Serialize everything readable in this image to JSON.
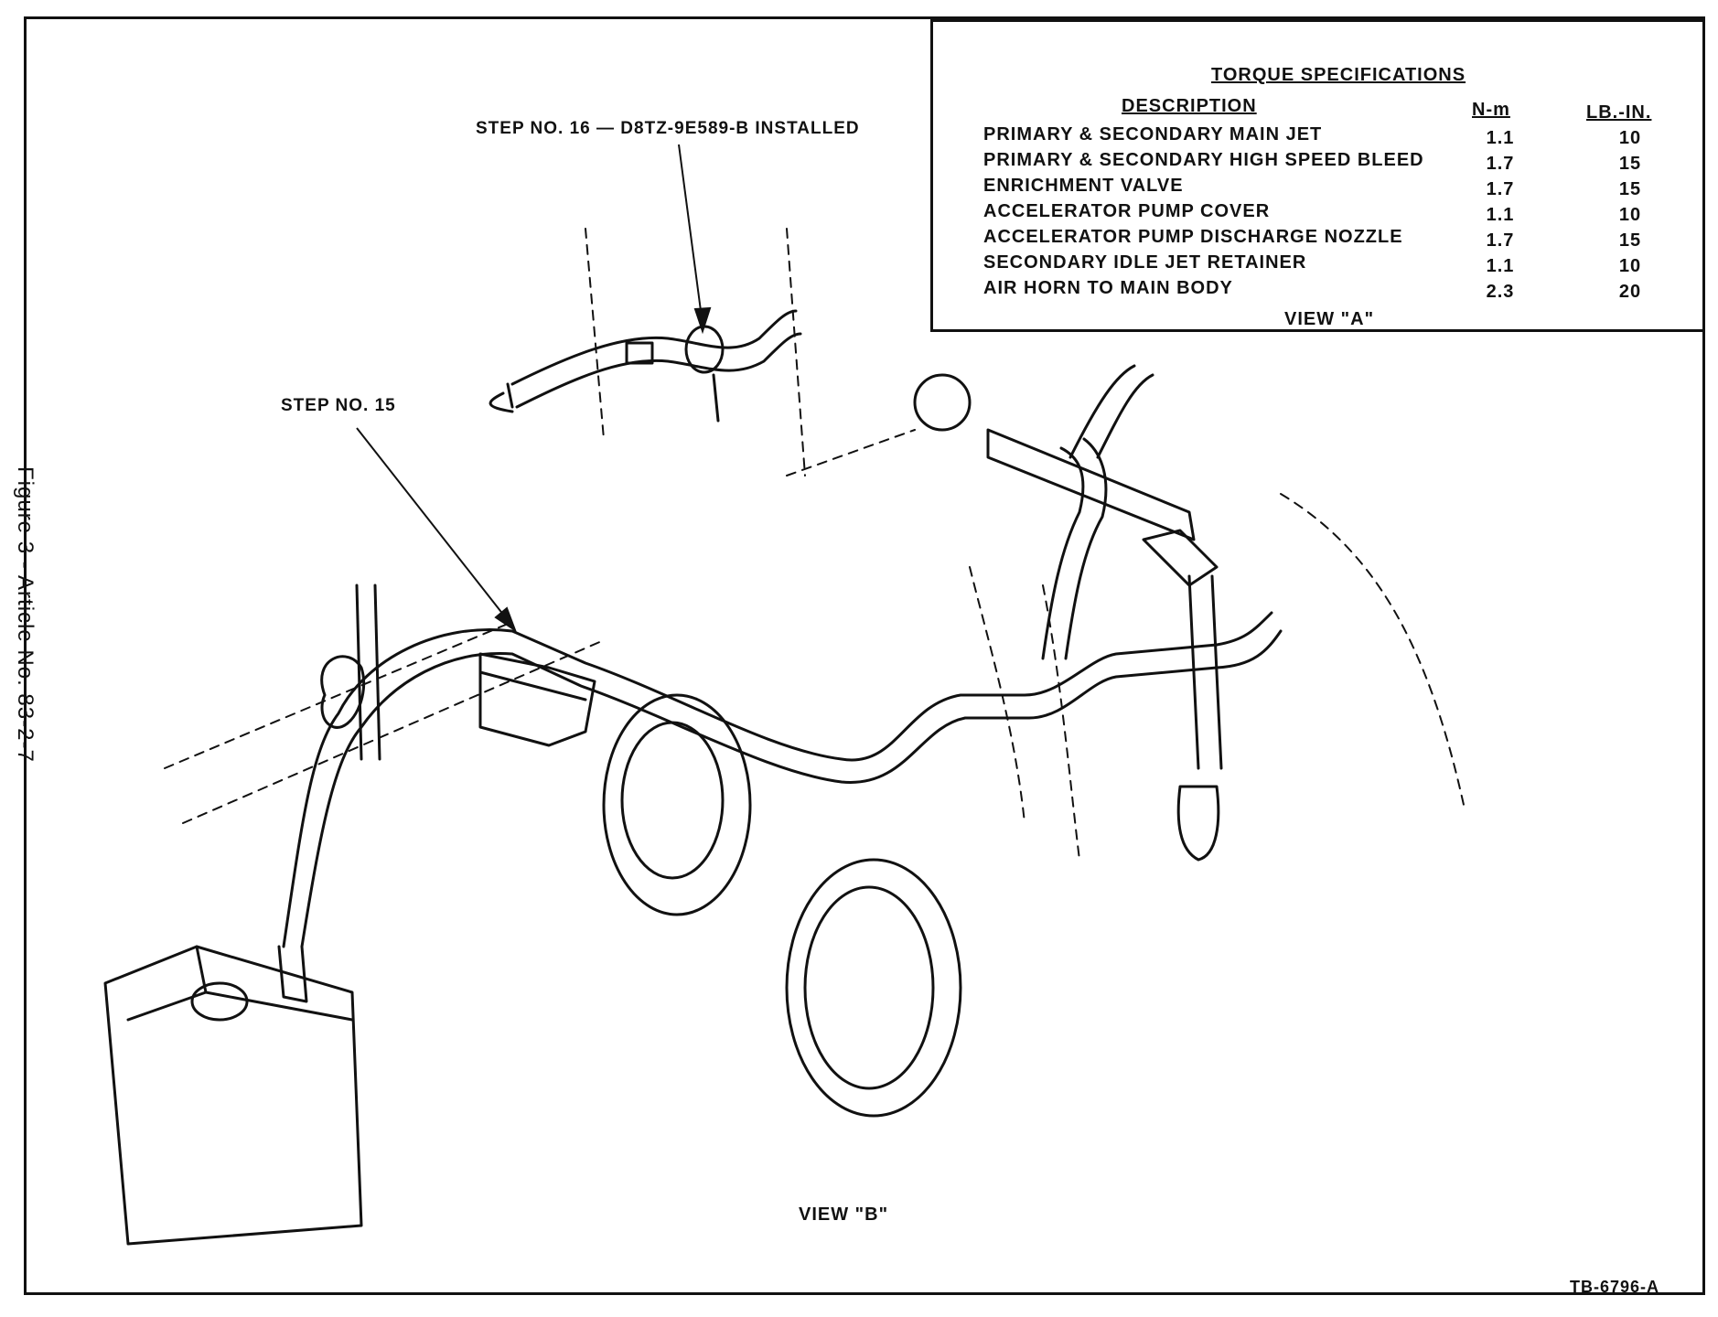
{
  "torque_table": {
    "title": "TORQUE SPECIFICATIONS",
    "headers": {
      "description": "DESCRIPTION",
      "nm": "N-m",
      "lbin": "LB.-IN."
    },
    "rows": [
      {
        "description": "PRIMARY & SECONDARY MAIN JET",
        "nm": "1.1",
        "lbin": "10"
      },
      {
        "description": "PRIMARY & SECONDARY HIGH SPEED BLEED",
        "nm": "1.7",
        "lbin": "15"
      },
      {
        "description": "ENRICHMENT VALVE",
        "nm": "1.7",
        "lbin": "15"
      },
      {
        "description": "ACCELERATOR PUMP COVER",
        "nm": "1.1",
        "lbin": "10"
      },
      {
        "description": "ACCELERATOR PUMP DISCHARGE NOZZLE",
        "nm": "1.7",
        "lbin": "15"
      },
      {
        "description": "SECONDARY IDLE JET RETAINER",
        "nm": "1.1",
        "lbin": "10"
      },
      {
        "description": "AIR HORN TO MAIN BODY",
        "nm": "2.3",
        "lbin": "20"
      }
    ],
    "view_label": "VIEW \"A\""
  },
  "callouts": {
    "step16": "STEP NO. 16 — D8TZ-9E589-B INSTALLED",
    "step15": "STEP NO. 15"
  },
  "view_b": "VIEW \"B\"",
  "figure_number": "TB-6796-A",
  "side_caption": "Figure 3 - Article No. 83-2-7"
}
